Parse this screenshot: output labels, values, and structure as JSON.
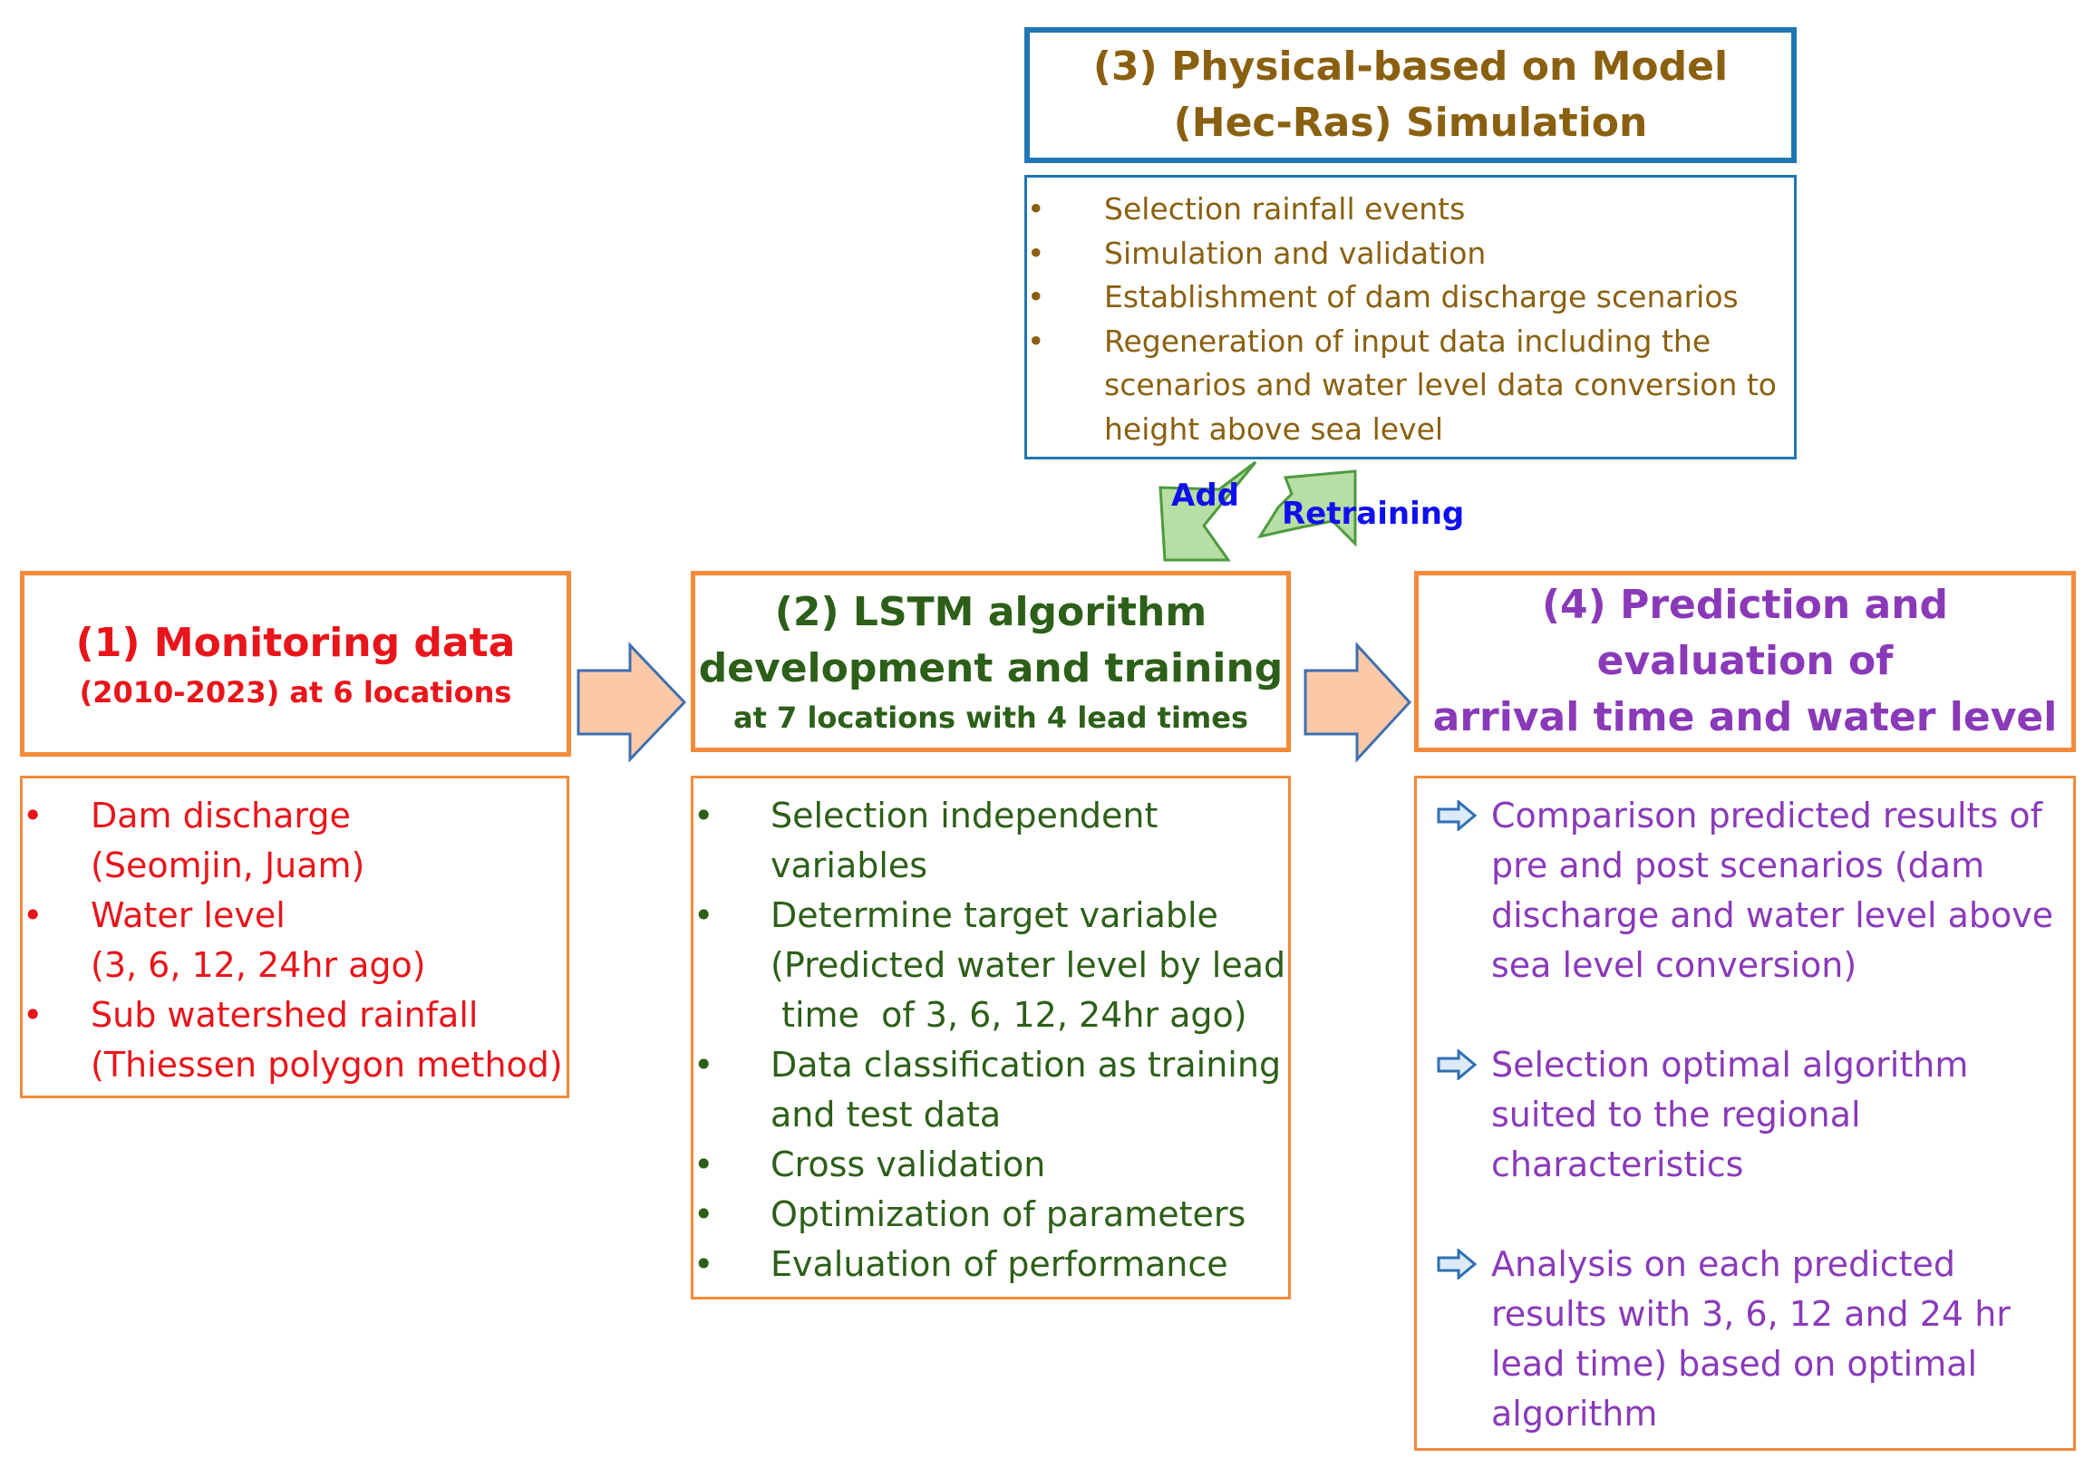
{
  "box1": {
    "title": "(1) Monitoring data",
    "subtitle": "(2010-2023) at 6 locations",
    "bullet": "•",
    "items": [
      {
        "line1": "Dam discharge",
        "line2": "(Seomjin, Juam)"
      },
      {
        "line1": "Water level",
        "line2": "(3, 6, 12, 24hr ago)"
      },
      {
        "line1": "Sub watershed rainfall",
        "line2": "(Thiessen polygon method)"
      }
    ]
  },
  "box2": {
    "title_line1": "(2) LSTM algorithm",
    "title_line2": "development and training",
    "subtitle": "at 7 locations with 4 lead times",
    "bullet": "•",
    "items": [
      {
        "line1": "Selection independent",
        "line2": "variables",
        "line3": ""
      },
      {
        "line1": "Determine target variable",
        "line2": "(Predicted water level by lead",
        "line3": " time  of 3, 6, 12, 24hr ago)"
      },
      {
        "line1": "Data classification as training",
        "line2": "and test data",
        "line3": ""
      },
      {
        "line1": "Cross validation",
        "line2": "",
        "line3": ""
      },
      {
        "line1": "Optimization of parameters",
        "line2": "",
        "line3": ""
      },
      {
        "line1": "Evaluation of performance",
        "line2": "",
        "line3": ""
      }
    ]
  },
  "box3": {
    "title_line1": "(3) Physical-based on Model",
    "title_line2": "(Hec-Ras) Simulation",
    "bullet": "•",
    "items": [
      {
        "line1": "Selection rainfall events",
        "line2": "",
        "line3": ""
      },
      {
        "line1": "Simulation and validation",
        "line2": "",
        "line3": ""
      },
      {
        "line1": "Establishment of dam discharge scenarios",
        "line2": "",
        "line3": ""
      },
      {
        "line1": "Regeneration of input data including the",
        "line2": "scenarios and water level data conversion to",
        "line3": "height above sea level"
      }
    ]
  },
  "box4": {
    "title_line1": "(4) Prediction and evaluation of",
    "title_line2": "arrival time and water level",
    "items": [
      {
        "lines": [
          "Comparison predicted results of",
          "pre and post scenarios (dam",
          "discharge and water level above",
          "sea level conversion)"
        ]
      },
      {
        "lines": [
          "Selection optimal algorithm",
          "suited to the regional",
          "characteristics"
        ]
      },
      {
        "lines": [
          "Analysis on each predicted",
          "results with 3, 6, 12 and 24 hr",
          "lead time) based on optimal",
          "algorithm"
        ]
      }
    ]
  },
  "labels": {
    "add": "Add",
    "retraining": "Retraining"
  },
  "icons": {
    "flow_arrow": "block-arrow-right-icon",
    "cycle_arrows": "curved-arrow-icon",
    "item_arrow": "small-arrow-right-icon"
  },
  "colors": {
    "orange_border": "#F58A3A",
    "blue_border": "#1F76B4",
    "red_text": "#E8151B",
    "green_text": "#2C5F18",
    "brown_text": "#8A6010",
    "purple_text": "#8A3AB9",
    "blue_label": "#1010EE",
    "arrow_fill_peach": "#FBC9A8",
    "arrow_fill_green": "#B7DEA5"
  }
}
